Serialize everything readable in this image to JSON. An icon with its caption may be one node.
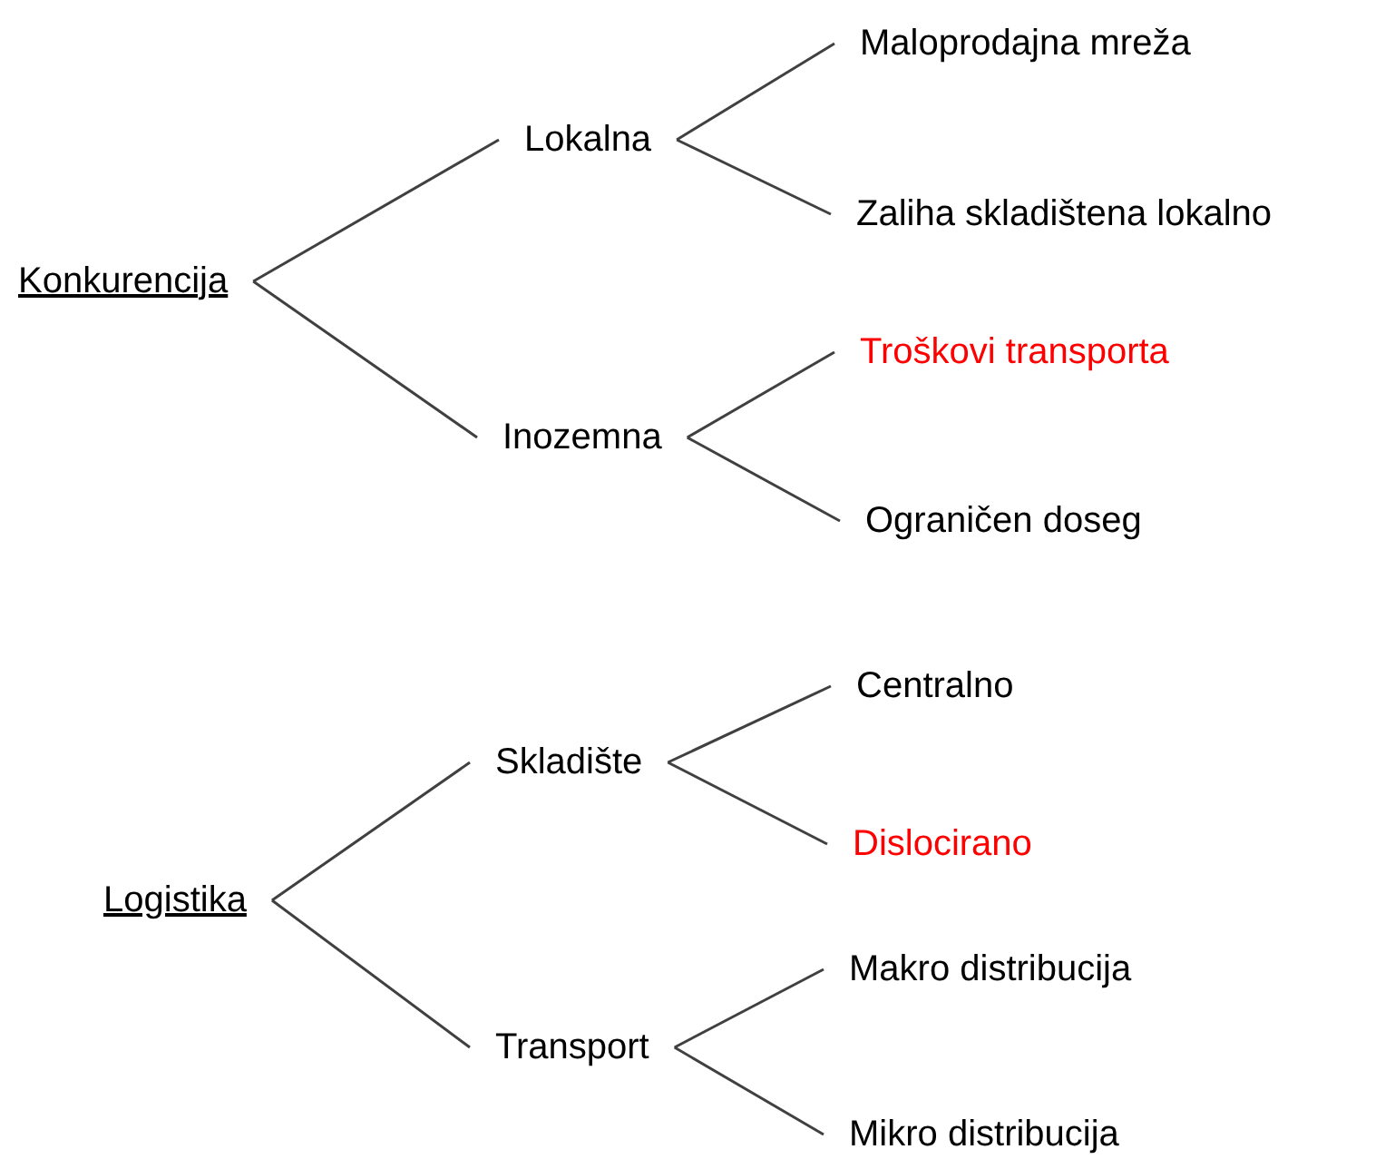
{
  "diagram": {
    "nodes": [
      {
        "text": [
          "Konkurencija"
        ]
      },
      {
        "text": [
          "Lokalna"
        ]
      },
      {
        "text": [
          "Inozemna"
        ]
      },
      {
        "text": [
          "Maloprodajna mreža"
        ]
      },
      {
        "text": [
          "Zaliha skladištena lokalno"
        ]
      },
      {
        "text": [
          "Troškovi transporta"
        ]
      },
      {
        "text": [
          "Ograničen doseg"
        ]
      },
      {
        "text": [
          "Logistika"
        ]
      },
      {
        "text": [
          "Skladište"
        ]
      },
      {
        "text": [
          "Transport"
        ]
      },
      {
        "text": [
          "Centralno"
        ]
      },
      {
        "text": [
          "Dislocirano"
        ]
      },
      {
        "text": [
          "Makro distribucija"
        ]
      },
      {
        "text": [
          "Mikro distribucija"
        ]
      }
    ],
    "edges": [
      {
        "from": 0,
        "to": 1,
        "arrow": "none"
      },
      {
        "from": 0,
        "to": 2,
        "arrow": "none"
      },
      {
        "from": 1,
        "to": 3,
        "arrow": "none"
      },
      {
        "from": 1,
        "to": 4,
        "arrow": "none"
      },
      {
        "from": 2,
        "to": 5,
        "arrow": "none"
      },
      {
        "from": 2,
        "to": 6,
        "arrow": "none"
      },
      {
        "from": 7,
        "to": 8,
        "arrow": "none"
      },
      {
        "from": 7,
        "to": 9,
        "arrow": "none"
      },
      {
        "from": 8,
        "to": 10,
        "arrow": "none"
      },
      {
        "from": 8,
        "to": 11,
        "arrow": "none"
      },
      {
        "from": 9,
        "to": 12,
        "arrow": "none"
      },
      {
        "from": 9,
        "to": 13,
        "arrow": "none"
      }
    ]
  }
}
